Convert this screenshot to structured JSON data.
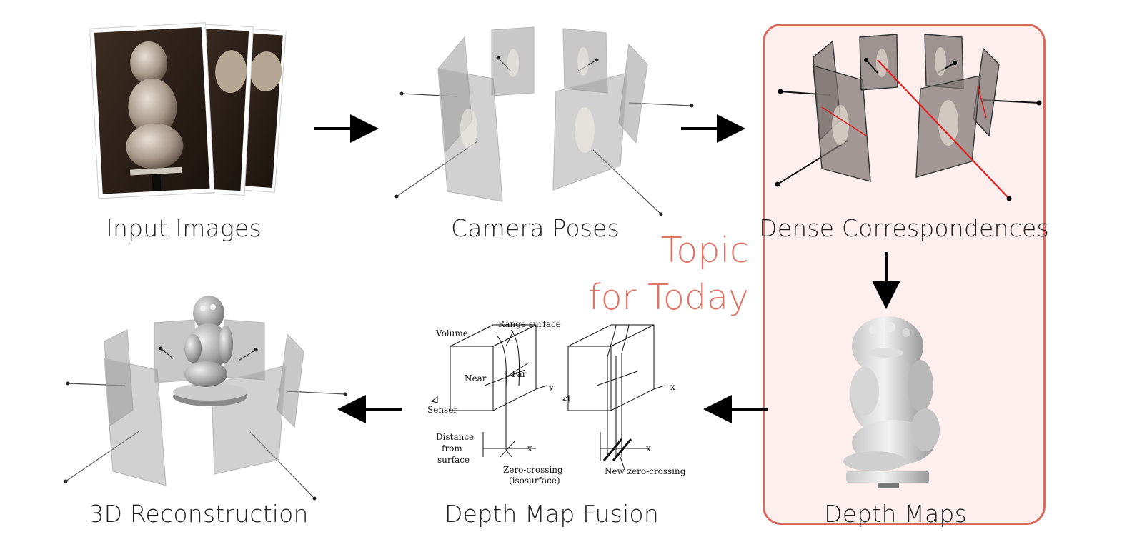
{
  "stages": {
    "input_images": "Input Images",
    "camera_poses": "Camera Poses",
    "dense_correspondences": "Dense Correspondences",
    "depth_maps": "Depth Maps",
    "depth_map_fusion": "Depth Map Fusion",
    "reconstruction": "3D Reconstruction"
  },
  "topic": {
    "line1": "Topic",
    "line2": "for Today"
  },
  "fusion_diagram": {
    "volume": "Volume",
    "range_surface": "Range surface",
    "near": "Near",
    "far": "Far",
    "sensor": "Sensor",
    "x": "x",
    "distance_line1": "Distance",
    "distance_line2": "from",
    "distance_line3": "surface",
    "zero_crossing_line1": "Zero-crossing",
    "zero_crossing_line2": "(isosurface)",
    "new_zero_crossing": "New zero-crossing"
  },
  "colors": {
    "highlight_border": "#d9695c",
    "highlight_fill": "#fcefed",
    "topic_text": "#e07466",
    "arrow": "#111111",
    "correspondence_line": "#e02020"
  }
}
